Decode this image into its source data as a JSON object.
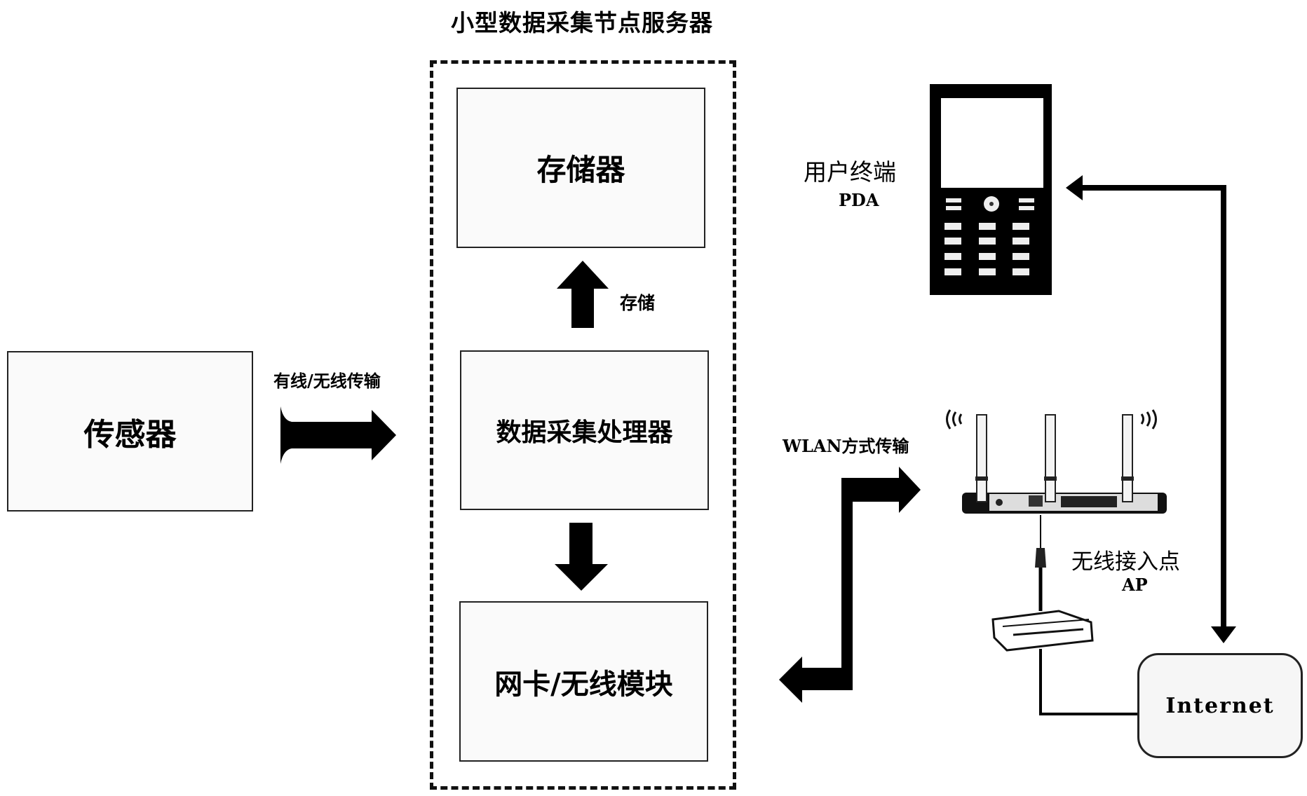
{
  "diagram": {
    "title": "小型数据采集节点服务器",
    "nodes": {
      "storage": "存储器",
      "processor": "数据采集处理器",
      "network_module": "网卡/无线模块",
      "sensor": "传感器",
      "user_terminal": "用户终端",
      "user_terminal_sub": "PDA",
      "access_point": "无线接入点",
      "access_point_sub": "AP",
      "internet": "Internet"
    },
    "edge_labels": {
      "sensor_to_processor": "有线/无线传输",
      "processor_to_storage": "存储",
      "module_to_ap": "WLAN方式传输"
    },
    "edges": [
      {
        "from": "sensor",
        "to": "processor",
        "label": "有线/无线传输",
        "direction": "one-way"
      },
      {
        "from": "processor",
        "to": "storage",
        "label": "存储",
        "direction": "one-way"
      },
      {
        "from": "processor",
        "to": "network_module",
        "label": "",
        "direction": "one-way"
      },
      {
        "from": "network_module",
        "to": "access_point",
        "label": "WLAN方式传输",
        "direction": "two-way"
      },
      {
        "from": "access_point",
        "to": "modem",
        "label": "",
        "direction": "cable"
      },
      {
        "from": "modem",
        "to": "internet",
        "label": "",
        "direction": "cable"
      },
      {
        "from": "internet",
        "to": "user_terminal",
        "label": "",
        "direction": "two-way"
      }
    ],
    "icons": [
      "phone-pda-icon",
      "wireless-router-icon",
      "modem-icon",
      "wifi-signal-icon"
    ]
  }
}
